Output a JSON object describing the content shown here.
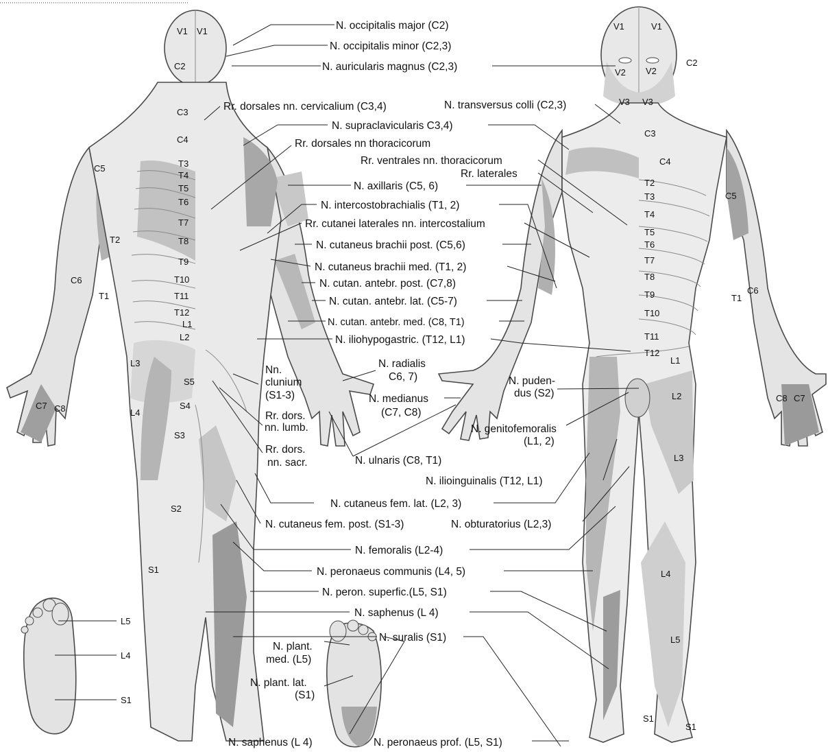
{
  "colors": {
    "background": "#ffffff",
    "body_light": "#ececec",
    "zone_mid": "#cfcfcf",
    "zone_dark": "#a9a9a9",
    "zone_darkest": "#8a8a8a",
    "text": "#111111"
  },
  "nerve_labels": [
    "N. occipitalis major (C2)",
    "N. occipitalis minor (C2,3)",
    "N. auricularis magnus (C2,3)",
    "Rr. dorsales nn. cervicalium (C3,4)",
    "N. transversus colli (C2,3)",
    "N. supraclavicularis C3,4)",
    "Rr. dorsales nn thoracicorum",
    "Rr. ventrales nn. thoracicorum",
    "Rr. laterales",
    "N. axillaris (C5, 6)",
    "N. intercostobrachialis (T1, 2)",
    "Rr. cutanei laterales nn. intercostalium",
    "N. cutaneus brachii post. (C5,6)",
    "N. cutaneus brachii med. (T1, 2)",
    "N. cutan. antebr. post. (C7,8)",
    "N. cutan. antebr. lat. (C5-7)",
    "N. cutan. antebr. med. (C8, T1)",
    "N. iliohypogastric. (T12, L1)",
    "N. radialis",
    "C6, 7)",
    "N. puden-",
    "dus (S2)",
    "Nn.",
    "clunium",
    "(S1-3)",
    "N. medianus",
    "(C7, C8)",
    "Rr. dors.",
    "nn. lumb.",
    "N. genitofemoralis",
    "(L1, 2)",
    "Rr. dors.",
    "nn. sacr.",
    "N. ulnaris (C8, T1)",
    "N. ilioinguinalis (T12, L1)",
    "N. cutaneus fem. lat. (L2, 3)",
    "N. cutaneus fem. post. (S1-3)",
    "N. obturatorius (L2,3)",
    "N. femoralis (L2-4)",
    "N. peronaeus communis (L4, 5)",
    "N. peron. superfic.(L5, S1)",
    "N. saphenus (L 4)",
    "N. suralis (S1)",
    "N. plant.",
    "med. (L5)",
    "N. plant. lat.",
    "(S1)",
    "N. saphenus (L 4)",
    "N. peronaeus prof. (L5, S1)"
  ],
  "segment_labels": [
    "V1",
    "V1",
    "C2",
    "C3",
    "C4",
    "C5",
    "T3",
    "T4",
    "T5",
    "T6",
    "T7",
    "T8",
    "T2",
    "T9",
    "C6",
    "T10",
    "T1",
    "T11",
    "T12",
    "L1",
    "L2",
    "L3",
    "S5",
    "S4",
    "C7",
    "C8",
    "L4",
    "S3",
    "S2",
    "S1",
    "L5",
    "L4",
    "S1",
    "V1",
    "V1",
    "C2",
    "V2",
    "V2",
    "V3",
    "V3",
    "C3",
    "C4",
    "T2",
    "C5",
    "T3",
    "T4",
    "T5",
    "T6",
    "T7",
    "T8",
    "T9",
    "T10",
    "T1",
    "C6",
    "T11",
    "T12",
    "L1",
    "L2",
    "C8",
    "C7",
    "L3",
    "L4",
    "L5",
    "S1",
    "S1"
  ]
}
